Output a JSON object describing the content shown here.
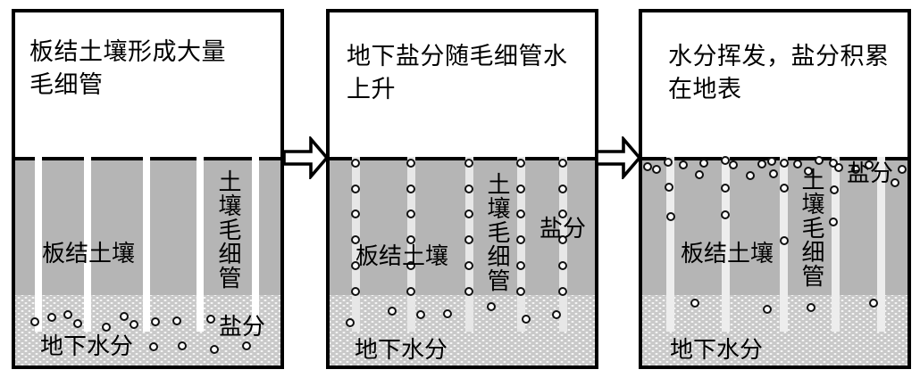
{
  "diagram": {
    "colors": {
      "panel_background": "#ffffff",
      "border": "#000000",
      "soil_gray": "#b5b5b5",
      "groundwater_base": "#c9c9c9",
      "groundwater_dot": "#ffffff",
      "salt_dot_fill": "#fbfbfb",
      "salt_dot_stroke": "#111111",
      "capillary_panel1": "#ffffff",
      "capillary_panel2": "#e7e7e7",
      "capillary_panel3": "#ededed"
    },
    "arrows": [
      {
        "icon": "right-arrow"
      },
      {
        "icon": "right-arrow"
      }
    ],
    "panels": [
      {
        "title_lines": [
          "板结土壤形成大量",
          "毛细管"
        ],
        "labels": {
          "soil": "板结土壤",
          "capillary": "土壤毛细管",
          "salt": "盐分",
          "water": "地下水分"
        },
        "capillaries": {
          "color": "#ffffff",
          "width": 8,
          "xs": [
            30,
            85,
            151,
            211,
            273
          ]
        },
        "salt_dots": [
          [
            26,
            351
          ],
          [
            45,
            346
          ],
          [
            63,
            343
          ],
          [
            74,
            353
          ],
          [
            106,
            357
          ],
          [
            126,
            345
          ],
          [
            137,
            354
          ],
          [
            161,
            351
          ],
          [
            185,
            350
          ],
          [
            223,
            348
          ],
          [
            159,
            379
          ],
          [
            191,
            378
          ],
          [
            227,
            382
          ],
          [
            263,
            378
          ]
        ]
      },
      {
        "title_lines": [
          "地下盐分随毛细管水",
          "上升"
        ],
        "labels": {
          "soil": "板结土壤",
          "capillary": "土壤毛细管",
          "salt": "盐分",
          "water": "地下水分"
        },
        "capillaries": {
          "color": "#e7e7e7",
          "width": 9,
          "xs": [
            33,
            95,
            160,
            218,
            265
          ]
        },
        "salt_dots": [
          [
            33,
            173
          ],
          [
            33,
            202
          ],
          [
            33,
            230
          ],
          [
            33,
            259
          ],
          [
            33,
            288
          ],
          [
            33,
            317
          ],
          [
            95,
            173
          ],
          [
            95,
            202
          ],
          [
            95,
            230
          ],
          [
            95,
            259
          ],
          [
            95,
            288
          ],
          [
            95,
            317
          ],
          [
            160,
            173
          ],
          [
            160,
            202
          ],
          [
            160,
            230
          ],
          [
            160,
            259
          ],
          [
            160,
            288
          ],
          [
            160,
            317
          ],
          [
            218,
            173
          ],
          [
            218,
            202
          ],
          [
            218,
            230
          ],
          [
            218,
            259
          ],
          [
            218,
            288
          ],
          [
            218,
            317
          ],
          [
            265,
            173
          ],
          [
            265,
            202
          ],
          [
            265,
            230
          ],
          [
            265,
            259
          ],
          [
            265,
            288
          ],
          [
            265,
            317
          ],
          [
            74,
            339
          ],
          [
            106,
            343
          ],
          [
            136,
            342
          ],
          [
            185,
            334
          ],
          [
            224,
            348
          ],
          [
            258,
            343
          ],
          [
            27,
            352
          ]
        ]
      },
      {
        "title_lines": [
          "水分挥发，盐分积累",
          "在地表"
        ],
        "labels": {
          "soil": "板结土壤",
          "capillary": "土壤毛细管",
          "salt": "盐分",
          "water": "地下水分"
        },
        "capillaries": {
          "color": "#ededed",
          "width": 9,
          "xs": [
            35,
            97,
            162,
            220,
            271
          ]
        },
        "salt_dots": [
          [
            10,
            177
          ],
          [
            20,
            180
          ],
          [
            33,
            172
          ],
          [
            50,
            175
          ],
          [
            68,
            186
          ],
          [
            73,
            173
          ],
          [
            97,
            170
          ],
          [
            106,
            175
          ],
          [
            125,
            187
          ],
          [
            138,
            174
          ],
          [
            149,
            171
          ],
          [
            151,
            185
          ],
          [
            163,
            173
          ],
          [
            178,
            174
          ],
          [
            190,
            182
          ],
          [
            202,
            170
          ],
          [
            218,
            173
          ],
          [
            224,
            178
          ],
          [
            243,
            180
          ],
          [
            258,
            175
          ],
          [
            287,
            195
          ],
          [
            295,
            180
          ],
          [
            34,
            200
          ],
          [
            97,
            201
          ],
          [
            163,
            201
          ],
          [
            219,
            203
          ],
          [
            36,
            233
          ],
          [
            97,
            231
          ],
          [
            163,
            260
          ],
          [
            218,
            239
          ],
          [
            63,
            330
          ],
          [
            144,
            337
          ],
          [
            193,
            335
          ],
          [
            263,
            330
          ]
        ]
      }
    ]
  }
}
